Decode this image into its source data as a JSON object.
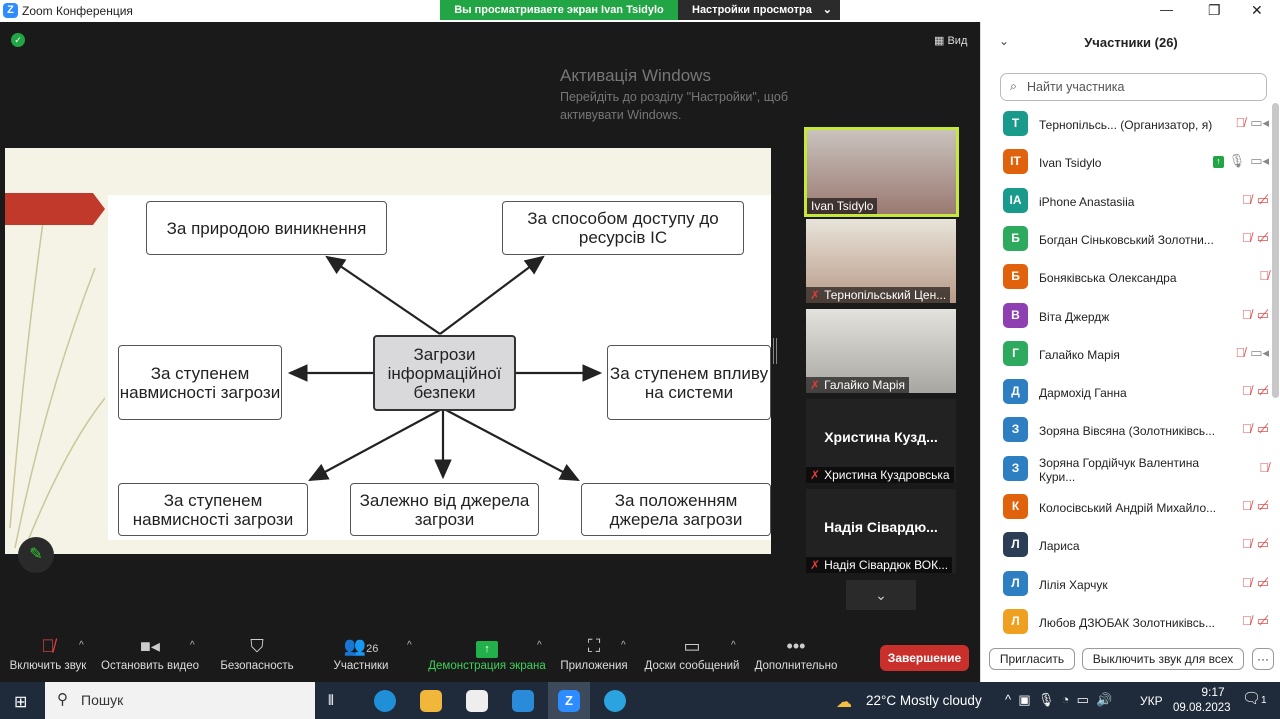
{
  "window": {
    "title": "Zoom Конференция",
    "minimize": "—",
    "maximize": "❐",
    "close": "✕"
  },
  "banner": {
    "viewing": "Вы просматриваете экран Ivan Tsidylo",
    "settings": "Настройки просмотра"
  },
  "view_label": "Вид",
  "slide": {
    "center": "Загрози інформаційної безпеки",
    "boxes": [
      "За природою виникнення",
      "За способом доступу до ресурсів ІС",
      "За ступенем навмисності загрози",
      "За ступенем впливу на системи",
      "За ступенем навмисності загрози",
      "Залежно від джерела загрози",
      "За положенням джерела загрози"
    ]
  },
  "tiles": [
    {
      "name": "Ivan Tsidylo"
    },
    {
      "name": "Тернопільський Цен..."
    },
    {
      "name": "Галайко Марія"
    },
    {
      "big": "Христина  Кузд...",
      "name": "Христина Куздровська"
    },
    {
      "big": "Надія Сівардю...",
      "name": "Надія Сівардюк ВОК..."
    }
  ],
  "toolbar": {
    "unmute": "Включить звук",
    "video": "Остановить видео",
    "security": "Безопасность",
    "participants": "Участники",
    "participants_count": "26",
    "share": "Демонстрация экрана",
    "apps": "Приложения",
    "whiteboards": "Доски сообщений",
    "more": "Дополнительно",
    "end": "Завершение"
  },
  "panel": {
    "title": "Участники (26)",
    "search_placeholder": "Найти участника",
    "invite": "Пригласить",
    "mute_all": "Выключить звук для всех",
    "more": "···",
    "participants": [
      {
        "initials": "Т",
        "name": "Тернопільсь...  (Организатор, я)",
        "color": "#1a9a8a",
        "mic": "muted",
        "cam": "on"
      },
      {
        "initials": "IT",
        "name": "Ivan Tsidylo",
        "color": "#e0620d",
        "mic": "on",
        "cam": "on",
        "sharing": true
      },
      {
        "initials": "IA",
        "name": "iPhone Anastasiia",
        "color": "#1a9a8a",
        "mic": "muted",
        "cam": "off"
      },
      {
        "initials": "Б",
        "name": "Богдан Сіньковський Золотни...",
        "color": "#2eaa5f",
        "mic": "muted",
        "cam": "off"
      },
      {
        "initials": "Б",
        "name": "Боняківська Олександра",
        "color": "#e0620d",
        "mic": "muted",
        "cam": "none"
      },
      {
        "initials": "В",
        "name": "Віта Джердж",
        "color": "#8e3fb0",
        "mic": "muted",
        "cam": "off"
      },
      {
        "initials": "Г",
        "name": "Галайко Марія",
        "color": "#2eaa5f",
        "mic": "muted",
        "cam": "on"
      },
      {
        "initials": "Д",
        "name": "Дармохід Ганна",
        "color": "#2d7fc1",
        "mic": "muted",
        "cam": "off"
      },
      {
        "initials": "З",
        "name": "Зоряна Вівсяна (Золотниківсь...",
        "color": "#2d7fc1",
        "mic": "muted",
        "cam": "off"
      },
      {
        "initials": "З",
        "name": "Зоряна Гордійчук Валентина Кури...",
        "color": "#2d7fc1",
        "mic": "muted",
        "cam": "none"
      },
      {
        "initials": "К",
        "name": "Колосівський Андрій Михайло...",
        "color": "#e0620d",
        "mic": "muted",
        "cam": "off"
      },
      {
        "initials": "Л",
        "name": "Лариса",
        "color": "#2c3e55",
        "mic": "muted",
        "cam": "off"
      },
      {
        "initials": "Л",
        "name": "Лілія Харчук",
        "color": "#2d7fc1",
        "mic": "muted",
        "cam": "off"
      },
      {
        "initials": "Л",
        "name": "Любов ДЗЮБАК Золотниківсь...",
        "color": "#f0a020",
        "mic": "muted",
        "cam": "off"
      }
    ]
  },
  "watermark": {
    "title": "Активація Windows",
    "text": "Перейдіть до розділу \"Настройки\", щоб активувати Windows."
  },
  "taskbar": {
    "search": "Пошук",
    "weather": "22°C  Mostly cloudy",
    "lang": "УКР",
    "time": "9:17",
    "date": "09.08.2023",
    "notifications": "1"
  }
}
